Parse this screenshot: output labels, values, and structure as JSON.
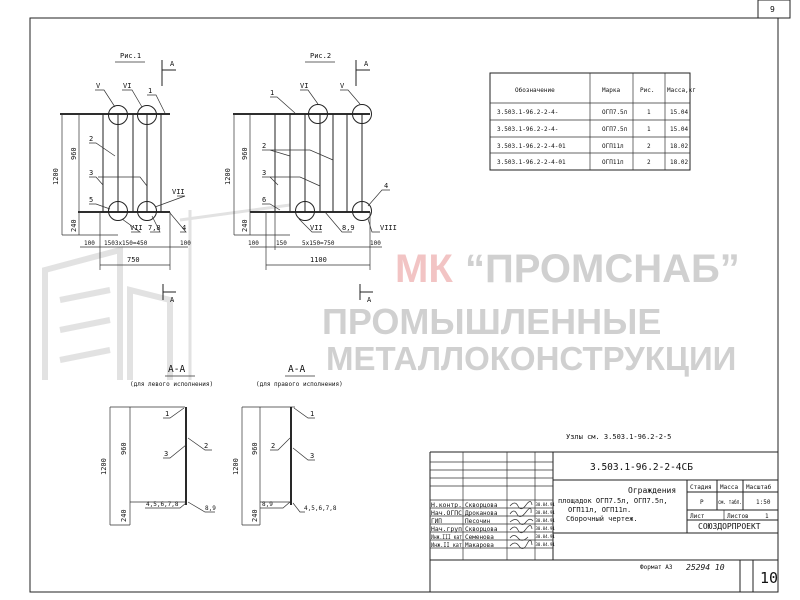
{
  "sheet": {
    "corner_number": "9",
    "sheet_number": "10",
    "format": "Формат А3",
    "inventory": "25294 10"
  },
  "watermark": {
    "line1_mark": "МК",
    "line1": "“ПРОМСНАБ”",
    "line2": "ПРОМЫШЛЕННЫЕ",
    "line3": "МЕТАЛЛОКОНСТРУКЦИИ"
  },
  "fig1": {
    "title": "Рис.1",
    "section_mark": "А",
    "callouts": [
      "V",
      "VI",
      "1",
      "2",
      "3",
      "5",
      "VII",
      "VII",
      "7,8",
      "4"
    ],
    "dims": {
      "h_total": "1200",
      "h_upper": "960",
      "h_lower": "240",
      "left": "100",
      "middle": "1503x150=450",
      "right": "100",
      "width": "750"
    }
  },
  "fig2": {
    "title": "Рис.2",
    "section_mark": "А",
    "callouts": [
      "1",
      "VI",
      "V",
      "2",
      "3",
      "6",
      "4",
      "VII",
      "8,9",
      "VIII"
    ],
    "dims": {
      "h_total": "1200",
      "h_upper": "960",
      "h_lower": "240",
      "left": "100",
      "step": "150",
      "middle": "5x150=750",
      "right": "100",
      "width": "1100"
    }
  },
  "section_left": {
    "title": "А-А",
    "subtitle": "(для левого исполнения)",
    "callouts": [
      "1",
      "3",
      "2",
      "4,5,6,7,8",
      "8,9"
    ],
    "dims": {
      "h_total": "1200",
      "h_upper": "960",
      "h_lower": "240"
    }
  },
  "section_right": {
    "title": "А-А",
    "subtitle": "(для правого исполнения)",
    "callouts": [
      "1",
      "2",
      "3",
      "8,9",
      "4,5,6,7,8"
    ],
    "dims": {
      "h_total": "1200",
      "h_upper": "960",
      "h_lower": "240"
    }
  },
  "nodes_note": "Узлы см. 3.503.1-96.2-2-5",
  "spec_table": {
    "headers": [
      "Обозначение",
      "Марка",
      "Рис.",
      "Масса,кг"
    ],
    "rows": [
      [
        "3.503.1-96.2-2-4-",
        "ОГП7.5л",
        "1",
        "15.04"
      ],
      [
        "3.503.1-96.2-2-4-",
        "ОГП7.5п",
        "1",
        "15.04"
      ],
      [
        "3.503.1-96.2-2-4-01",
        "ОГП11л",
        "2",
        "18.02"
      ],
      [
        "3.503.1-96.2-2-4-01",
        "ОГП11п",
        "2",
        "18.02"
      ]
    ]
  },
  "title_block": {
    "code": "3.503.1-96.2-2-4СБ",
    "name_lines": [
      "Ограждения",
      "площадок ОГП7.5л, ОГП7.5п,",
      "ОГП11л, ОГП11п.",
      "Сборочный чертеж."
    ],
    "stage_label": "Стадия",
    "mass_label": "Масса",
    "scale_label": "Масштаб",
    "stage": "Р",
    "mass": "см. табл.",
    "scale": "1:50",
    "sheet_label": "Лист",
    "sheets_label": "Листов",
    "sheets": "1",
    "org": "СОЮЗДОРПРОЕКТ",
    "signers": [
      {
        "role": "Н.контр.",
        "name": "Скворцова",
        "date": "30.04.91"
      },
      {
        "role": "Нач.ОГПС",
        "name": "Дроканова",
        "date": "30.04.91"
      },
      {
        "role": "ГИП",
        "name": "Песочин",
        "date": "30.04.91"
      },
      {
        "role": "Нач.груп",
        "name": "Скворцова",
        "date": "30.04.91"
      },
      {
        "role": "Инж.III кат",
        "name": "Семенова",
        "date": "30.04.91"
      },
      {
        "role": "Инж.II кат",
        "name": "Макарова",
        "date": "30.04.91"
      }
    ]
  }
}
